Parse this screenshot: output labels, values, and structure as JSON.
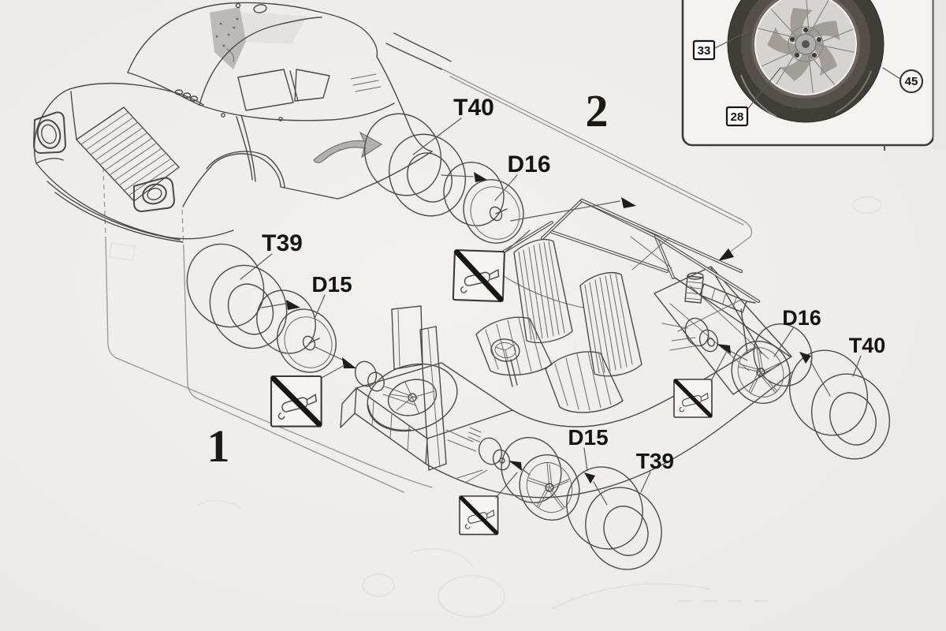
{
  "page": {
    "kind": "plastic model kit assembly instruction sheet (scan)",
    "subject": "rally car body, chassis and wheel assembly"
  },
  "steps": {
    "one": "1",
    "two": "2"
  },
  "labels": {
    "t40_top": "T40",
    "d16_top": "D16",
    "t39_left": "T39",
    "d15_left": "D15",
    "d16_right": "D16",
    "t40_right": "T40",
    "d15_bottom": "D15",
    "t39_bottom": "T39"
  },
  "inset": {
    "callouts": [
      "33",
      "28",
      "45"
    ]
  },
  "icons": {
    "no_glue": "crossed-out-glue-bottle"
  },
  "colors": {
    "paper": "#efedeb",
    "ink": "#4a4a4a",
    "label_ink": "#141413",
    "tire_dark": "#413d39",
    "rim_silver": "#d6d4d1",
    "arrow_gray": "#b3b1ae"
  }
}
